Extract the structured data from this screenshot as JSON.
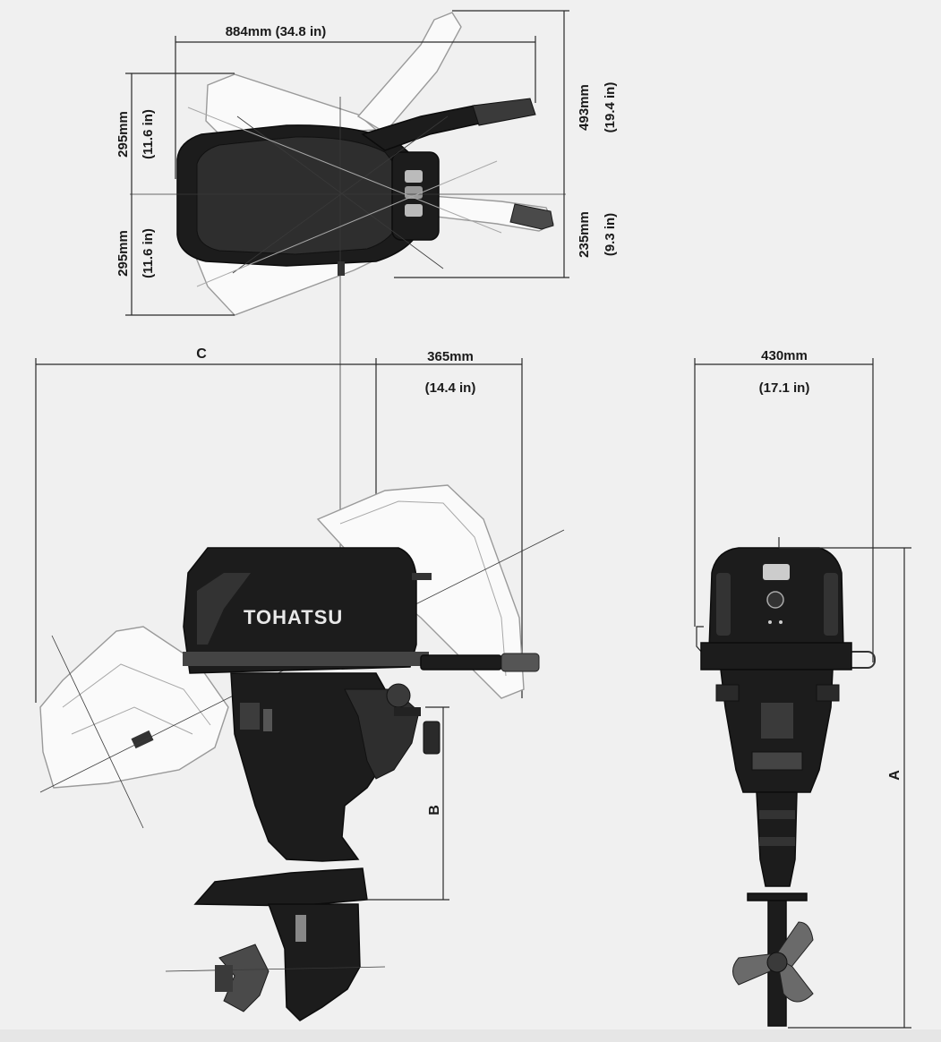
{
  "labels": {
    "width_884": "884mm (34.8 in)",
    "top_left_upper_mm": "295mm",
    "top_left_upper_in": "(11.6 in)",
    "top_left_lower_mm": "295mm",
    "top_left_lower_in": "(11.6 in)",
    "top_right_upper_mm": "493mm",
    "top_right_upper_in": "(19.4 in)",
    "top_right_lower_mm": "235mm",
    "top_right_lower_in": "(9.3 in)",
    "c_letter": "C",
    "side_365_mm": "365mm",
    "side_365_in": "(14.4 in)",
    "front_430_mm": "430mm",
    "front_430_in": "(17.1 in)",
    "b_letter": "B",
    "a_letter": "A"
  },
  "brand": {
    "name": "TOHATSU"
  },
  "colors": {
    "background": "#f0f0f0",
    "engine": "#1c1c1c",
    "ghost_outline": "#9a9a9a",
    "dimension_line": "#2a2a2a"
  }
}
